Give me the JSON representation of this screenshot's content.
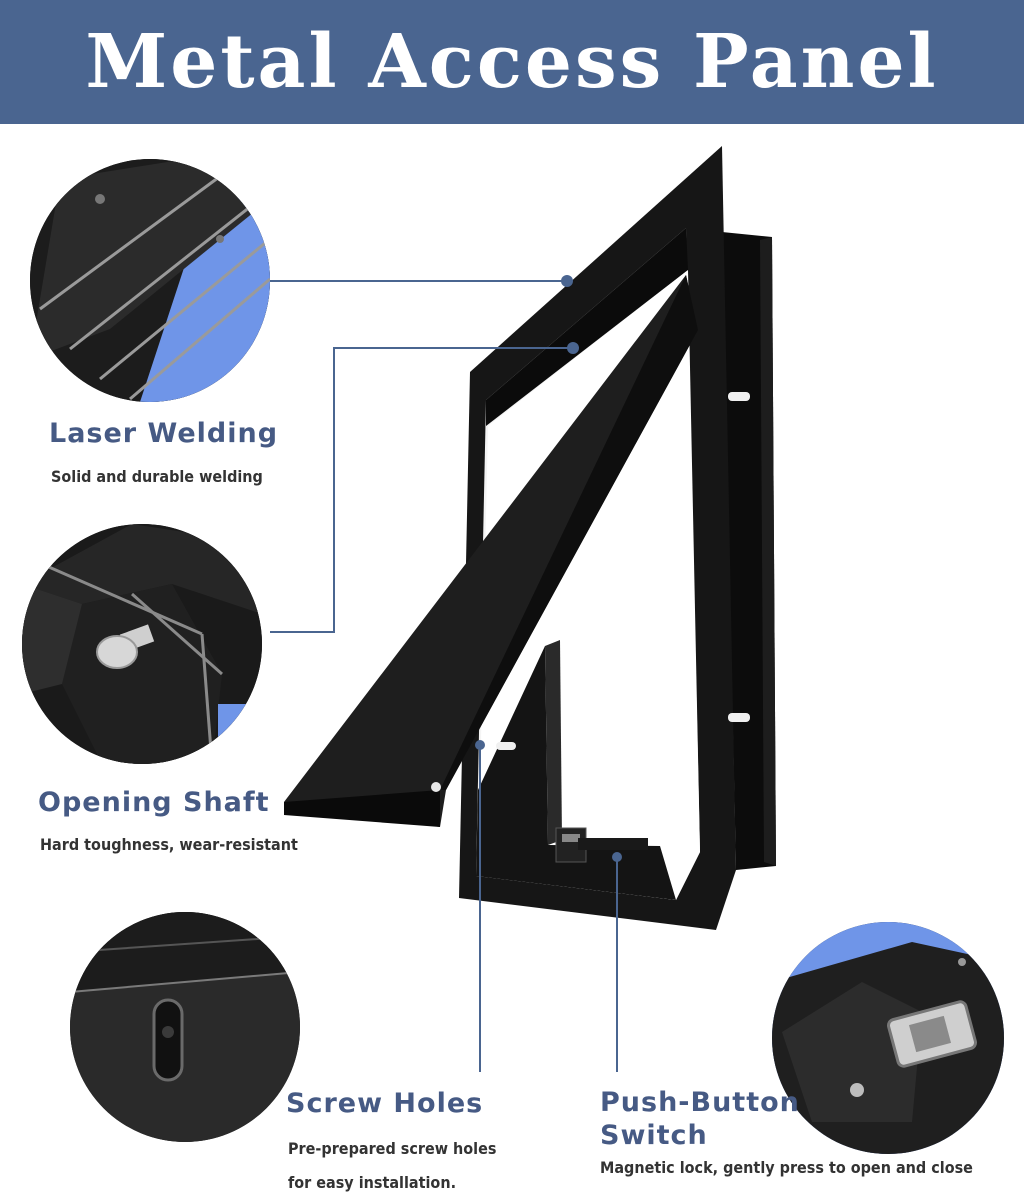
{
  "header": {
    "title": "Metal Access Panel"
  },
  "features": [
    {
      "title": "Laser Welding",
      "description": "Solid and durable welding"
    },
    {
      "title": "Opening Shaft",
      "description": "Hard toughness, wear-resistant"
    },
    {
      "title": "Screw Holes",
      "description_lines": [
        "Pre-prepared screw holes",
        "for easy installation."
      ]
    },
    {
      "title_lines": [
        "Push-Button",
        "Switch"
      ],
      "description": "Magnetic lock, gently press to open and close"
    }
  ],
  "colors": {
    "banner": "#4a6590",
    "heading": "#465a84",
    "callout_line": "#4a6590",
    "accent_blue": "#6f95e8",
    "panel_black": "#111111"
  }
}
